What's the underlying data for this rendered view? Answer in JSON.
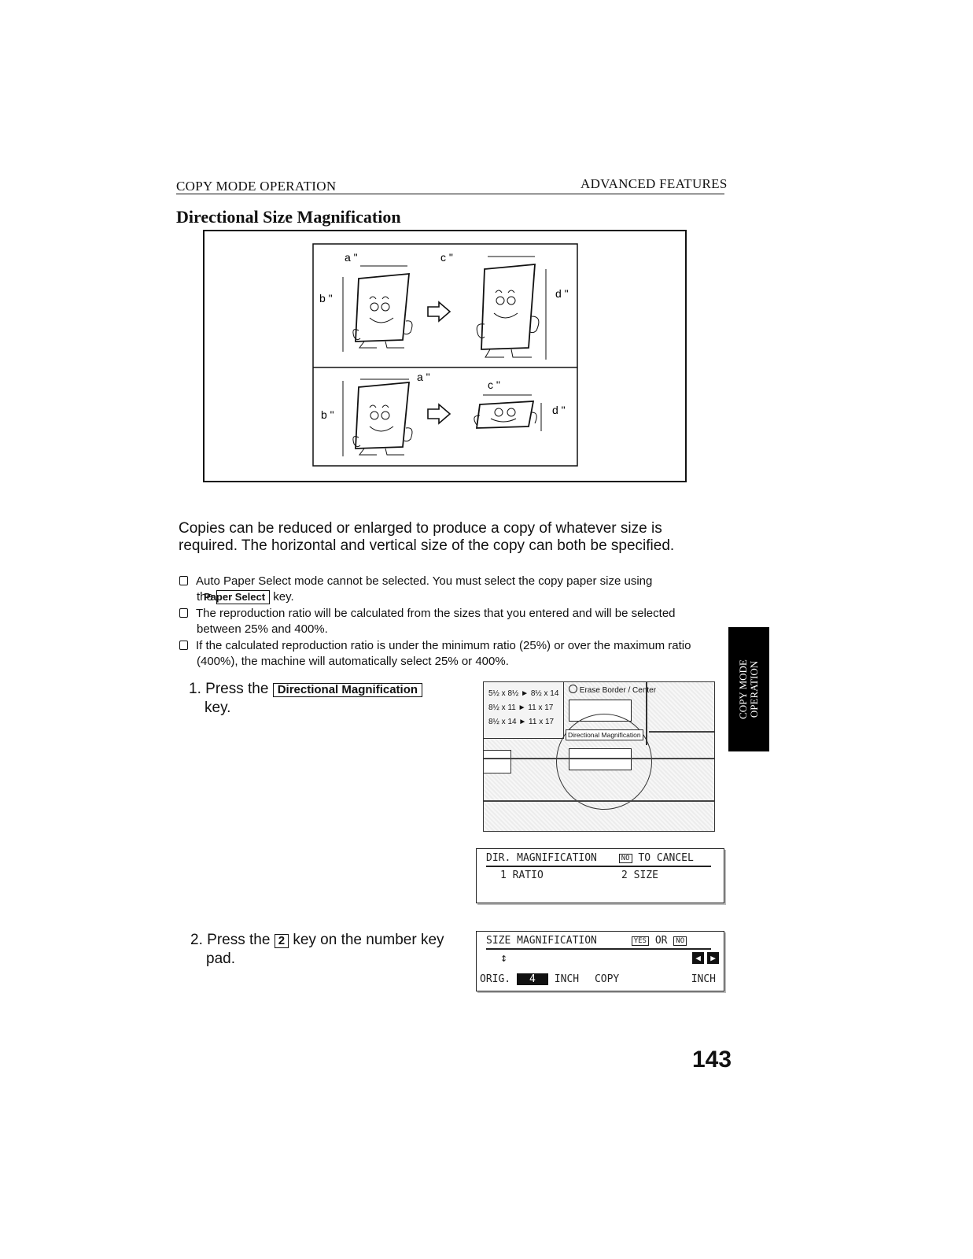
{
  "header": {
    "left": "COPY MODE OPERATION",
    "right": "ADVANCED FEATURES"
  },
  "title": "Directional Size Magnification",
  "diagram": {
    "top": {
      "a": "a \"",
      "b": "b \"",
      "c": "c \"",
      "d": "d \""
    },
    "bottom": {
      "a": "a \"",
      "b": "b \"",
      "c": "c \"",
      "d": "d \""
    }
  },
  "intro": "Copies can be reduced or enlarged to produce a copy of whatever size is required. The horizontal and vertical size of the copy can both be specified.",
  "notes": {
    "n1_pre": "Auto Paper Select mode cannot be selected. You must select the copy paper size using",
    "n1_the": "the",
    "n1_key": "Paper Select",
    "n1_post": "key.",
    "n2": "The reproduction ratio will be calculated from the sizes that you entered and will be selected between 25% and 400%.",
    "n3": "If the calculated reproduction ratio is under the minimum ratio (25%) or over the maximum ratio (400%), the machine will automatically select 25% or 400%."
  },
  "step1": {
    "number": "1.",
    "pre": "Press the",
    "key": "Directional Magnification",
    "post": "key."
  },
  "panel": {
    "erase_label": "Erase Border / Center",
    "row1": "5½ x 8½ ► 8½ x 14",
    "row2": "8½ x 11  ► 11 x 17",
    "row3": "8½ x 14  ► 11 x 17",
    "dir_label": "Directional Magnification"
  },
  "lcd1": {
    "line1": "DIR. MAGNIFICATION",
    "no": "NO",
    "cancel": "TO CANCEL",
    "opt1": "1 RATIO",
    "opt2": "2 SIZE"
  },
  "step2": {
    "number": "2.",
    "pre": "Press the",
    "key": "2",
    "post": "key on the number key",
    "line2": "pad."
  },
  "lcd2": {
    "line1": "SIZE MAGNIFICATION",
    "yes": "YES",
    "or": "OR",
    "no": "NO",
    "orig": "ORIG.",
    "value": "4",
    "unit1": "INCH",
    "copy": "COPY",
    "unit2": "INCH"
  },
  "side_tab": {
    "line1": "COPY MODE",
    "line2": "OPERATION"
  },
  "page_number": "143"
}
